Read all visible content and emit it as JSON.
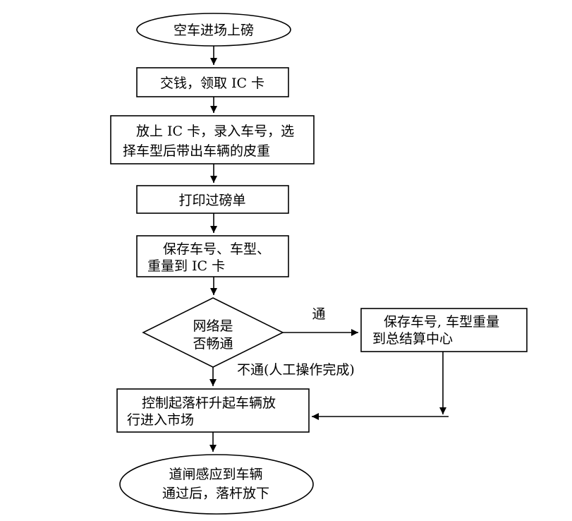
{
  "flowchart": {
    "start": "空车进场上磅",
    "step1": "交钱，领取 IC 卡",
    "step2": {
      "line1": "放上 IC 卡，录入车号，选",
      "line2": "择车型后带出车辆的皮重"
    },
    "step3": "打印过磅单",
    "step4": {
      "line1": "保存车号、车型、",
      "line2": "重量到 IC 卡"
    },
    "decision": {
      "line1": "网络是",
      "line2": "否畅通"
    },
    "branch_yes": "通",
    "branch_no": "不通(人工操作完成)",
    "side_box": {
      "line1": "保存车号, 车型重量",
      "line2": "到总结算中心"
    },
    "step5": {
      "line1": "控制起落杆升起车辆放",
      "line2": "行进入市场"
    },
    "end": {
      "line1": "道闸感应到车辆",
      "line2": "通过后，落杆放下"
    }
  }
}
